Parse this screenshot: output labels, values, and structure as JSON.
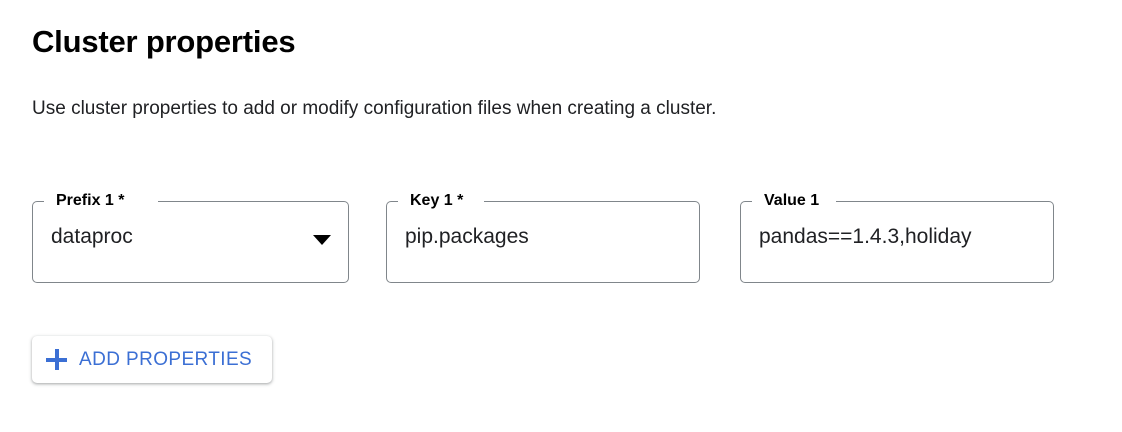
{
  "header": {
    "title": "Cluster properties",
    "description": "Use cluster properties to add or modify configuration files when creating a cluster."
  },
  "colors": {
    "accent_blue": "#3b6fd4",
    "outline_gray": "#80868b",
    "text_primary": "#202124",
    "background": "#ffffff"
  },
  "form": {
    "fields": [
      {
        "label": "Prefix 1 *",
        "value": "dataproc",
        "type": "select",
        "required": true,
        "icon": "chevron-down-icon"
      },
      {
        "label": "Key 1 *",
        "value": "pip.packages",
        "type": "text",
        "required": true
      },
      {
        "label": "Value 1",
        "value": "pandas==1.4.3,holiday",
        "type": "text",
        "required": false
      }
    ]
  },
  "actions": {
    "add_properties": {
      "label": "ADD PROPERTIES",
      "icon": "plus-icon"
    }
  }
}
